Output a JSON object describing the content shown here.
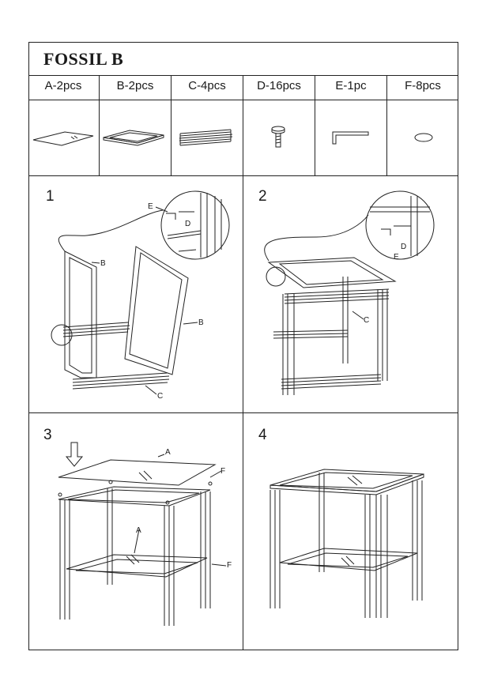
{
  "title": "FOSSIL B",
  "parts": [
    {
      "label": "A-2pcs",
      "icon": "glass-panel-icon"
    },
    {
      "label": "B-2pcs",
      "icon": "frame-tray-icon"
    },
    {
      "label": "C-4pcs",
      "icon": "tube-bundle-icon"
    },
    {
      "label": "D-16pcs",
      "icon": "screw-icon"
    },
    {
      "label": "E-1pc",
      "icon": "allen-key-icon"
    },
    {
      "label": "F-8pcs",
      "icon": "pad-icon"
    }
  ],
  "steps": [
    "1",
    "2",
    "3",
    "4"
  ],
  "callouts": {
    "s1_e": "E",
    "s1_d": "D",
    "s1_b_left": "B",
    "s1_b_right": "B",
    "s1_c": "C",
    "s2_d": "D",
    "s2_e": "E",
    "s2_c": "C",
    "s3_a_top": "A",
    "s3_f_top": "F",
    "s3_a_mid": "A",
    "s3_f_right": "F"
  }
}
